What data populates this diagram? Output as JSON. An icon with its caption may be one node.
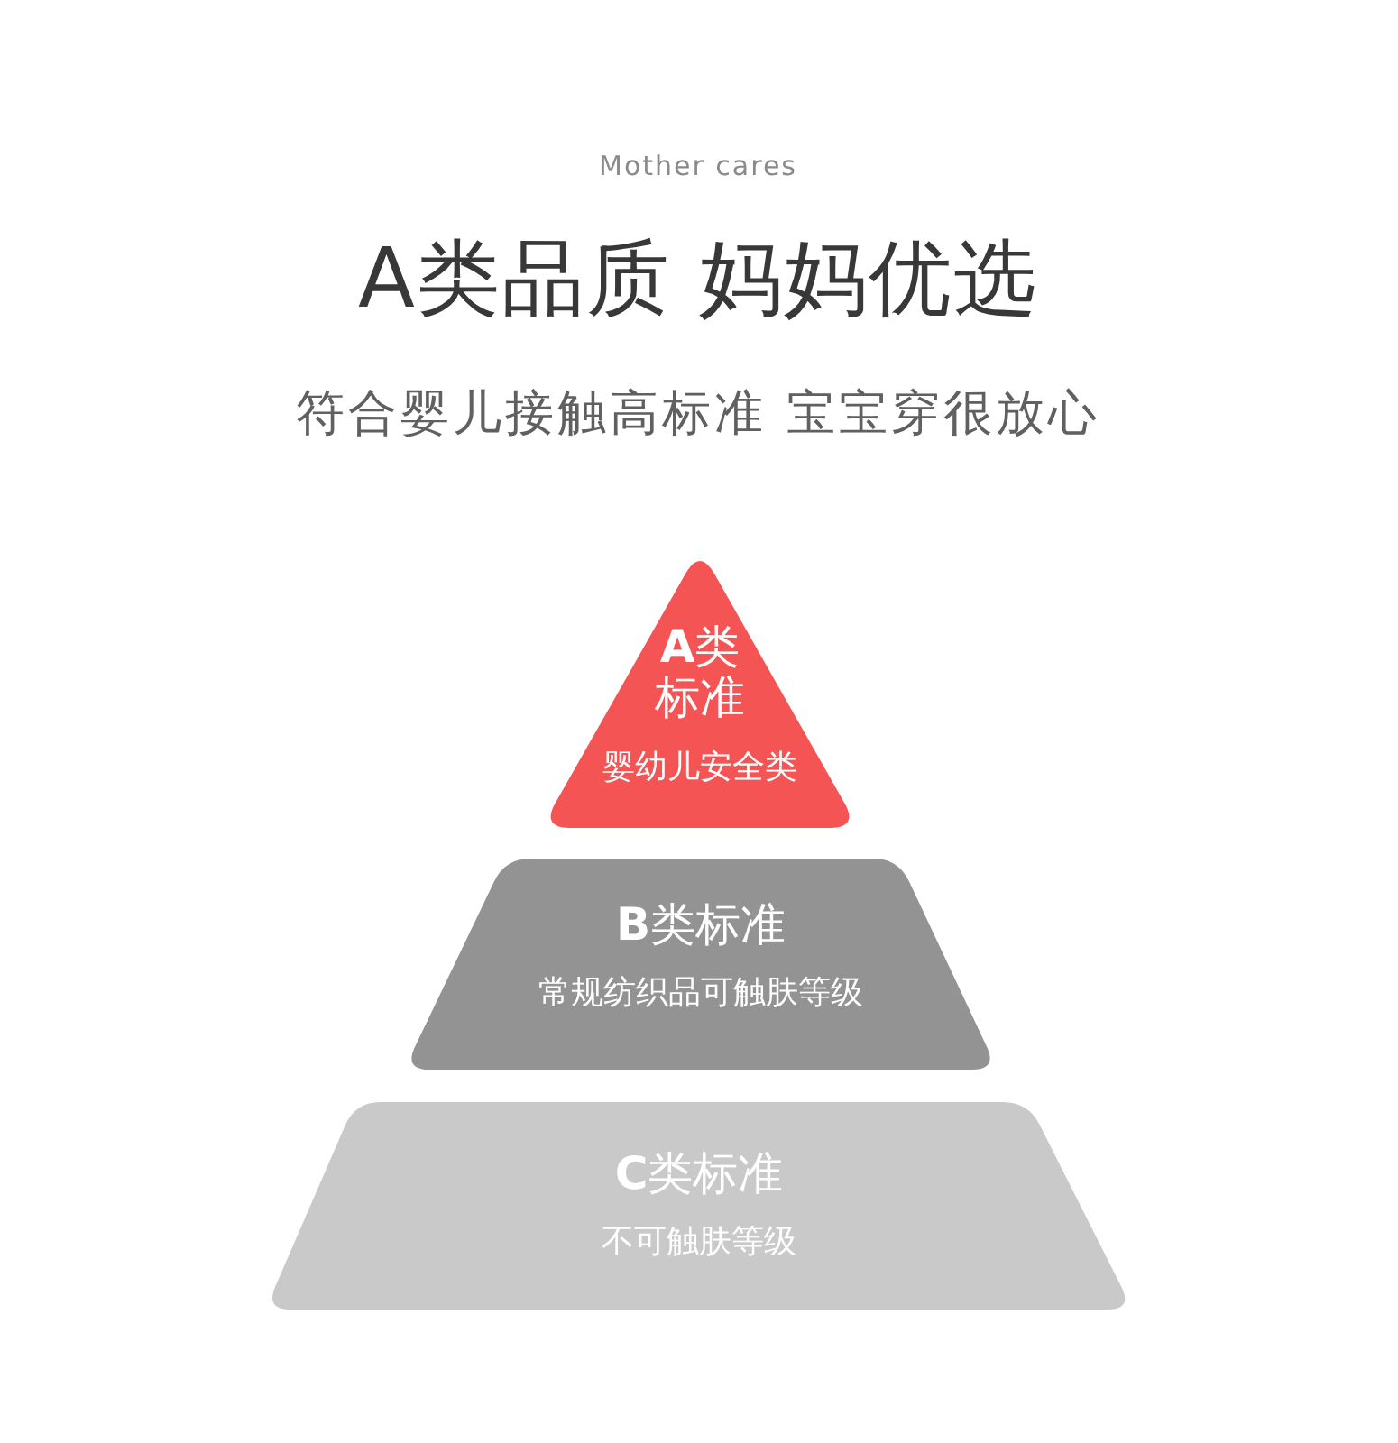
{
  "diagram": {
    "title": "A类品质 妈妈优选",
    "nodes": [
      {
        "text": [
          "**A**类标准",
          "婴幼儿安全类"
        ]
      },
      {
        "text": [
          "**B**类标准",
          "常规纺织品可触肤等级"
        ]
      },
      {
        "text": [
          "**C**类标准",
          "不可触肤等级"
        ]
      }
    ],
    "labels": [
      "Mother cares",
      "符合婴儿接触高标准 宝宝穿很放心"
    ]
  }
}
